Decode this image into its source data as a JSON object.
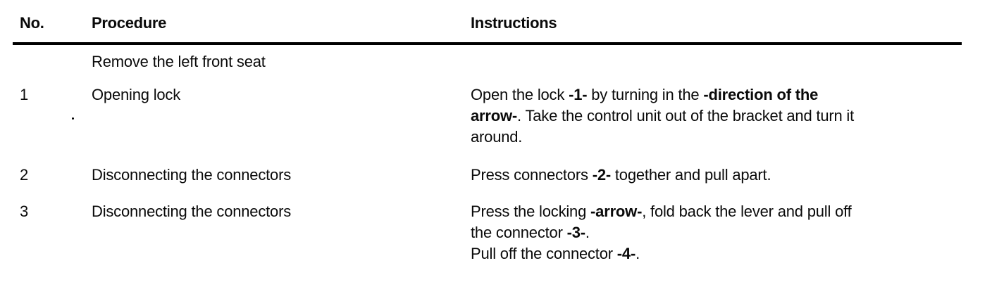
{
  "document": {
    "background_color": "#ffffff",
    "text_color": "#0a0a0a",
    "rule_color": "#000000"
  },
  "table": {
    "headers": [
      "No.",
      "Procedure",
      "Instructions"
    ],
    "rows": [
      {
        "no": "",
        "procedure": "Remove the left front seat",
        "instructions": []
      },
      {
        "no": "1",
        "procedure": "Opening lock",
        "instructions": [
          [
            {
              "text": "Open the lock ",
              "bold": false
            },
            {
              "text": "-1-",
              "bold": true
            },
            {
              "text": " by turning in the ",
              "bold": false
            },
            {
              "text": "-direction of the",
              "bold": true
            }
          ],
          [
            {
              "text": "arrow-",
              "bold": true
            },
            {
              "text": ". Take the control unit out of the bracket and turn it",
              "bold": false
            }
          ],
          [
            {
              "text": "around.",
              "bold": false
            }
          ]
        ]
      },
      {
        "no": "2",
        "procedure": "Disconnecting the connectors",
        "instructions": [
          [
            {
              "text": "Press connectors ",
              "bold": false
            },
            {
              "text": "-2-",
              "bold": true
            },
            {
              "text": " together and pull apart.",
              "bold": false
            }
          ]
        ]
      },
      {
        "no": "3",
        "procedure": "Disconnecting the connectors",
        "instructions": [
          [
            {
              "text": "Press the locking ",
              "bold": false
            },
            {
              "text": "-arrow-",
              "bold": true
            },
            {
              "text": ", fold back the lever and pull off",
              "bold": false
            }
          ],
          [
            {
              "text": "the connector ",
              "bold": false
            },
            {
              "text": "-3-",
              "bold": true
            },
            {
              "text": ".",
              "bold": false
            }
          ],
          [
            {
              "text": "Pull off the connector ",
              "bold": false
            },
            {
              "text": "-4-",
              "bold": true
            },
            {
              "text": ".",
              "bold": false
            }
          ]
        ]
      }
    ]
  }
}
